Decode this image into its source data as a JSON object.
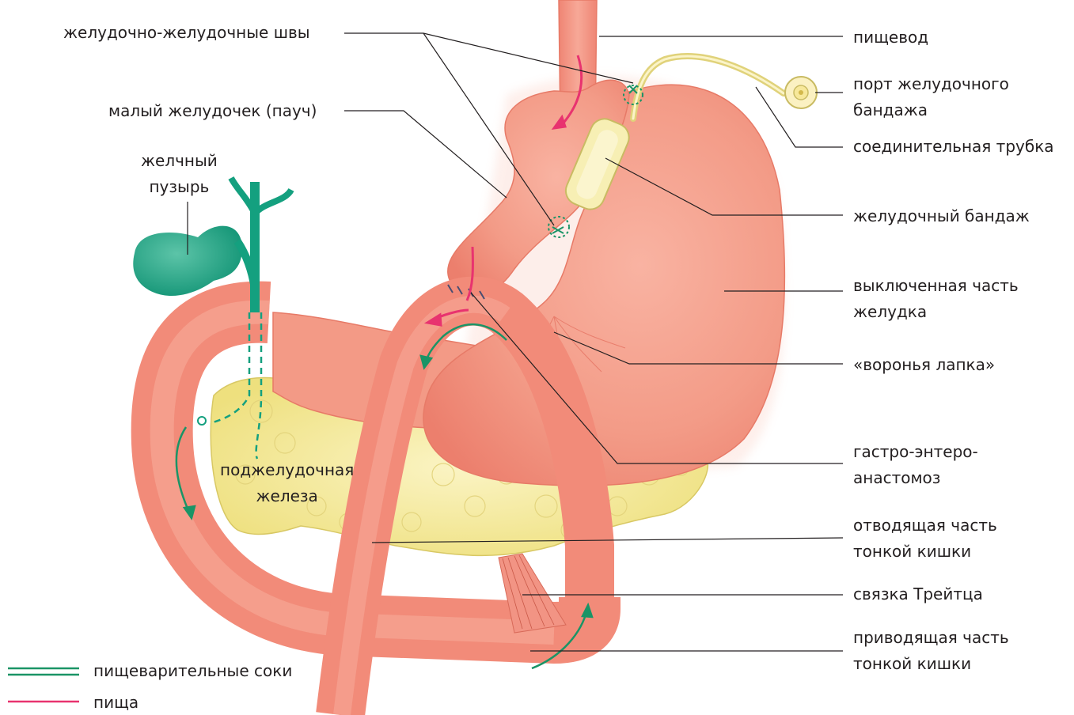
{
  "labels": {
    "gastro_gastric_sutures": "желудочно-желудочные швы",
    "pouch": "малый желудочек (пауч)",
    "gallbladder": [
      "желчный",
      "пузырь"
    ],
    "pancreas": [
      "поджелудочная",
      "железа"
    ],
    "esophagus": "пищевод",
    "band_port": [
      "порт желудочного",
      "бандажа"
    ],
    "connecting_tube": "соединительная трубка",
    "gastric_band": "желудочный бандаж",
    "excluded_stomach": [
      "выключенная часть",
      "желудка"
    ],
    "crow_foot": "«воронья лапка»",
    "gastroenteroanastomosis": [
      "гастро-энтеро-",
      "анастомоз"
    ],
    "efferent_limb": [
      "отводящая часть",
      "тонкой кишки"
    ],
    "treitz_ligament": "связка Трейтца",
    "afferent_limb": [
      "приводящая часть",
      "тонкой кишки"
    ]
  },
  "legend": {
    "digestive_juices": "пищеварительные соки",
    "food": "пища"
  },
  "colors": {
    "digestive_juices": "#1a9466",
    "food": "#e8336f",
    "stomach": "#f28d7c",
    "pancreas": "#f2e89a",
    "gallbladder": "#14a07f",
    "band": "#f6eeb0",
    "leader_line": "#231f20"
  }
}
